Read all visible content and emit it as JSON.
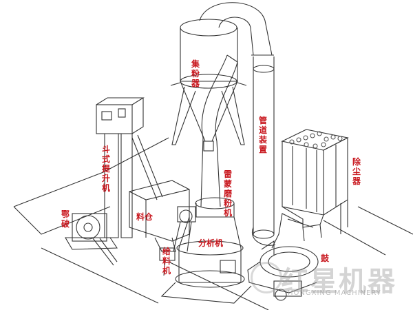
{
  "labels": {
    "cyclone_collector": "集粉器",
    "pipe_device": "管道装置",
    "dust_remover": "除尘器",
    "bucket_elevator": "斗式提升机",
    "raymond_mill": "雷蒙磨粉机",
    "silo": "料仓",
    "jaw_crusher": "鄂破",
    "classifier": "分析机",
    "feeder": "给料机",
    "blower": "鼓"
  },
  "watermark": {
    "brand": "红星机器",
    "subtitle": "HONGXING MACHINERY"
  },
  "colors": {
    "label": "#c8161d",
    "line": "#333333"
  }
}
